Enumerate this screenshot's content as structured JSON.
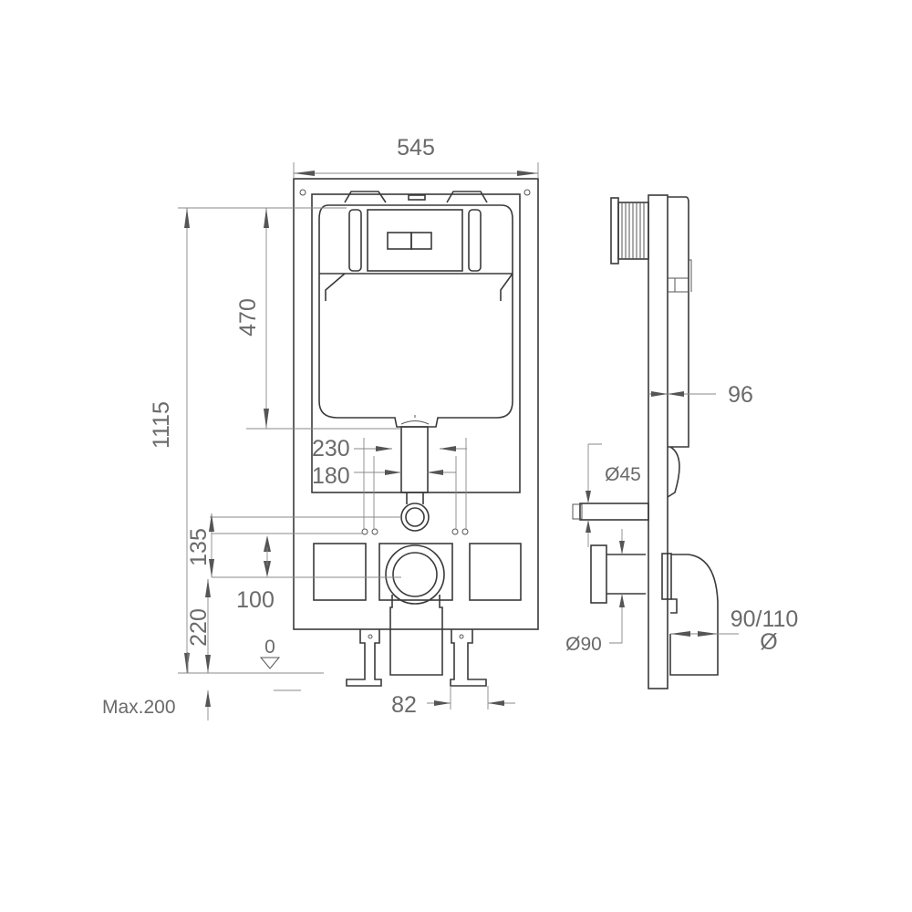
{
  "drawing": {
    "front_view": {
      "width_label": "545",
      "total_height_label": "1115",
      "tank_height_label": "470",
      "outer_spacing_label": "230",
      "inner_spacing_label": "180",
      "inlet_offset_label": "135",
      "outlet_spacing_label": "100",
      "outlet_height_label": "220",
      "floor_level_label": "0",
      "leg_extension_label": "Max.200",
      "leg_offset_label": "82"
    },
    "side_view": {
      "depth_label": "96",
      "inlet_diameter_label": "Ø45",
      "outlet_diameter_label": "Ø90",
      "bend_diameter_label": "90/110",
      "bend_diameter_symbol": "Ø"
    }
  }
}
